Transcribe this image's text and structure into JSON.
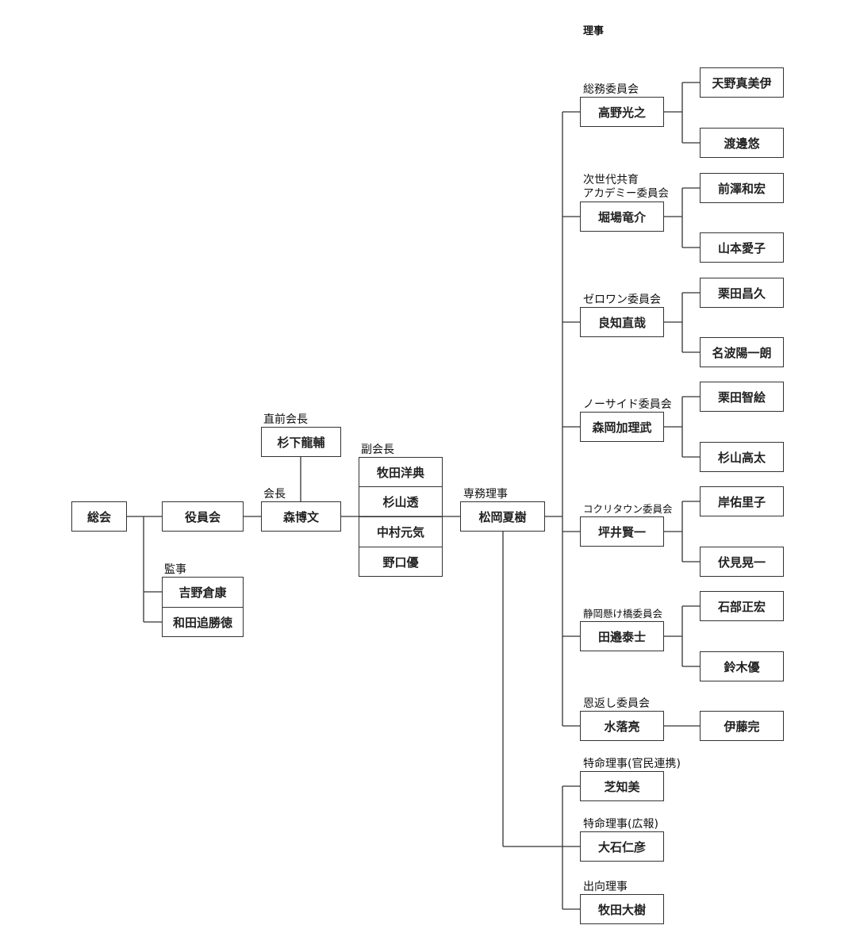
{
  "top_label": "理事",
  "general_assembly": "総会",
  "board": "役員会",
  "auditors": {
    "label": "監事",
    "members": [
      "吉野倉康",
      "和田追勝徳"
    ]
  },
  "past_president": {
    "label": "直前会長",
    "name": "杉下龍輔"
  },
  "president": {
    "label": "会長",
    "name": "森博文"
  },
  "vice_presidents": {
    "label": "副会長",
    "members": [
      "牧田洋典",
      "杉山透",
      "中村元気",
      "野口優"
    ]
  },
  "executive_director": {
    "label": "専務理事",
    "name": "松岡夏樹"
  },
  "committees": [
    {
      "label": "総務委員会",
      "chair": "高野光之",
      "members": [
        "天野真美伊",
        "渡邊悠"
      ]
    },
    {
      "label": "次世代共育\nアカデミー委員会",
      "label_line1": "次世代共育",
      "label_line2": "アカデミー委員会",
      "chair": "堀場竜介",
      "members": [
        "前澤和宏",
        "山本愛子"
      ]
    },
    {
      "label": "ゼロワン委員会",
      "chair": "良知直哉",
      "members": [
        "栗田昌久",
        "名波陽一朗"
      ]
    },
    {
      "label": "ノーサイド委員会",
      "chair": "森岡加理武",
      "members": [
        "栗田智絵",
        "杉山高太"
      ]
    },
    {
      "label": "コクリタウン委員会",
      "chair": "坪井賢一",
      "members": [
        "岸佑里子",
        "伏見晃一"
      ]
    },
    {
      "label": "静岡懸け橋委員会",
      "chair": "田邉泰士",
      "members": [
        "石部正宏",
        "鈴木優"
      ]
    },
    {
      "label": "恩返し委員会",
      "chair": "水落亮",
      "members": [
        "伊藤完"
      ]
    }
  ],
  "special_directors": [
    {
      "label": "特命理事(官民連携)",
      "name": "芝知美"
    },
    {
      "label": "特命理事(広報)",
      "name": "大石仁彦"
    },
    {
      "label": "出向理事",
      "name": "牧田大樹"
    }
  ]
}
